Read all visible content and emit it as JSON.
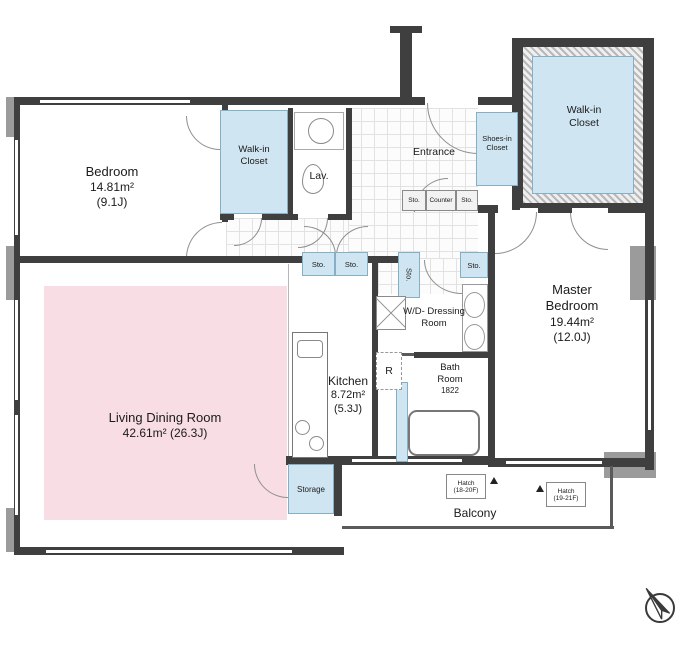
{
  "colors": {
    "wall": "#3f3f3f",
    "closet_blue": "#cfe5f1",
    "rug_pink": "#f8dee4",
    "pillar_gray": "#9b9b9b"
  },
  "rooms": {
    "bedroom": {
      "name": "Bedroom",
      "area": "14.81m²",
      "tatami": "(9.1J)"
    },
    "walk_in_closet_left": {
      "line1": "Walk-in",
      "line2": "Closet"
    },
    "lavatory": {
      "name": "Lav."
    },
    "entrance": {
      "name": "Entrance"
    },
    "shoes_in_closet": {
      "line1": "Shoes-in",
      "line2": "Closet"
    },
    "walk_in_closet_right": {
      "line1": "Walk-in",
      "line2": "Closet"
    },
    "master_bedroom": {
      "line1": "Master",
      "line2": "Bedroom",
      "area": "19.44m²",
      "tatami": "(12.0J)"
    },
    "living_dining_room": {
      "name": "Living Dining Room",
      "area": "42.61m² (26.3J)"
    },
    "kitchen": {
      "name": "Kitchen",
      "area": "8.72m²",
      "tatami": "(5.3J)"
    },
    "wd_dressing_room": {
      "line1": "W/D- Dressing",
      "line2": "Room"
    },
    "bath_room": {
      "line1": "Bath",
      "line2": "Room",
      "size": "1822"
    },
    "storage": {
      "name": "Storage"
    },
    "balcony": {
      "name": "Balcony"
    },
    "refrigerator": {
      "label": "R"
    }
  },
  "fixtures": {
    "sto": "Sto.",
    "counter": "Counter"
  },
  "hatches": {
    "one": {
      "name": "Hatch",
      "floors": "(18-20F)"
    },
    "two": {
      "name": "Hatch",
      "floors": "(19-21F)"
    }
  }
}
